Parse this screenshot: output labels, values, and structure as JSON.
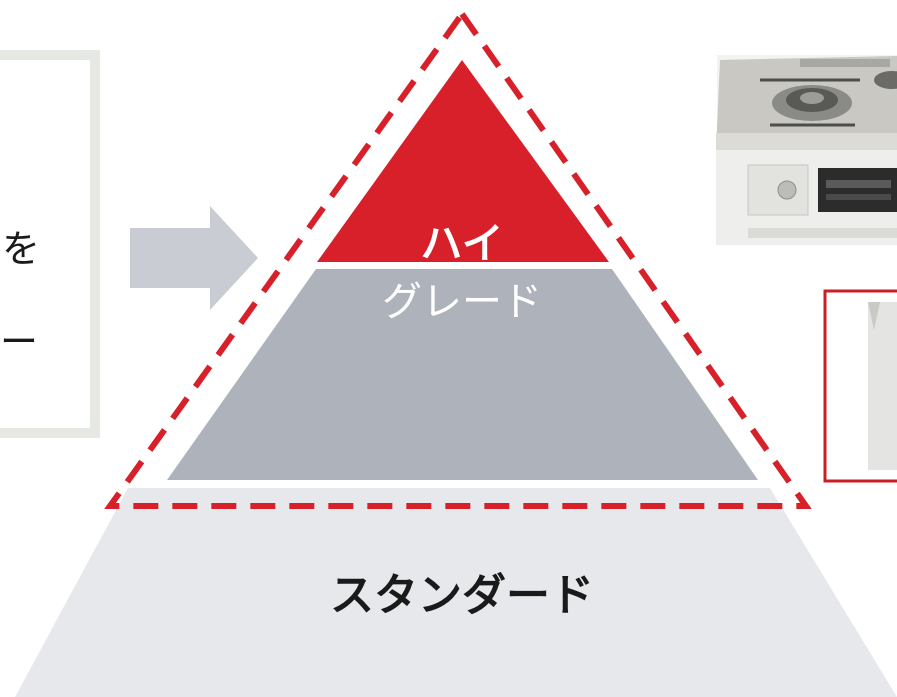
{
  "pyramid": {
    "top_line1": "ハイ",
    "top_line2": "グレード",
    "bottom_label": "スタンダード"
  },
  "left_panel": {
    "text_line1": "を",
    "text_line2": "ー"
  },
  "colors": {
    "accent_red": "#d7202a",
    "middle_gray": "#aeb3bb",
    "base_gray": "#e7e8ec",
    "arrow_gray": "#c9ccd2",
    "panel_border": "#e6e8e4"
  }
}
